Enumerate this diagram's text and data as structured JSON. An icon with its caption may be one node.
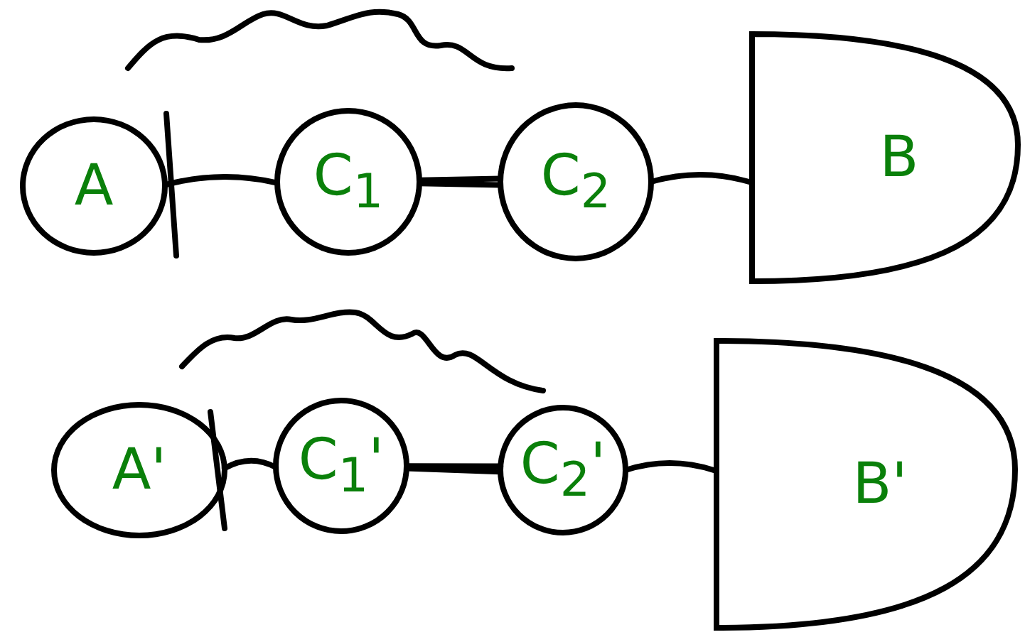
{
  "diagram": {
    "nodes": [
      {
        "text": [
          "A"
        ]
      },
      {
        "text": [
          "C$_{1}$"
        ]
      },
      {
        "text": [
          "C$_{2}$"
        ]
      },
      {
        "text": [
          "B"
        ]
      },
      {
        "text": [
          "A'"
        ]
      },
      {
        "text": [
          "C$_{1}$'"
        ]
      },
      {
        "text": [
          "C$_{2}$'"
        ]
      },
      {
        "text": [
          "B'"
        ]
      }
    ],
    "edges": [
      {
        "from": 0,
        "to": 1,
        "arrow": "none"
      },
      {
        "from": 1,
        "to": 2,
        "arrow": "none"
      },
      {
        "from": 1,
        "to": 2,
        "arrow": "none"
      },
      {
        "from": 2,
        "to": 3,
        "arrow": "none"
      },
      {
        "from": 4,
        "to": 5,
        "arrow": "none"
      },
      {
        "from": 5,
        "to": 6,
        "arrow": "none"
      },
      {
        "from": 5,
        "to": 6,
        "arrow": "none"
      },
      {
        "from": 6,
        "to": 7,
        "arrow": "none"
      }
    ]
  }
}
